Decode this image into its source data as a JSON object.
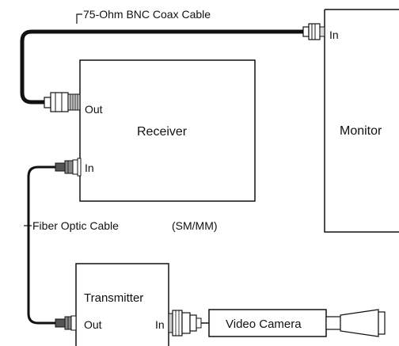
{
  "cable_labels": {
    "coax": "75-Ohm BNC Coax Cable",
    "fiber": "Fiber Optic Cable",
    "fiber_mode": "(SM/MM)"
  },
  "devices": {
    "monitor": {
      "title": "Monitor",
      "port_in": "In"
    },
    "receiver": {
      "title": "Receiver",
      "port_out": "Out",
      "port_in": "In"
    },
    "transmitter": {
      "title": "Transmitter",
      "port_out": "Out",
      "port_in": "In"
    },
    "camera": {
      "title": "Video Camera"
    }
  },
  "colors": {
    "line": "#111111",
    "connector_fill": "#ffffff",
    "fiber_connector_fill": "#555555"
  }
}
